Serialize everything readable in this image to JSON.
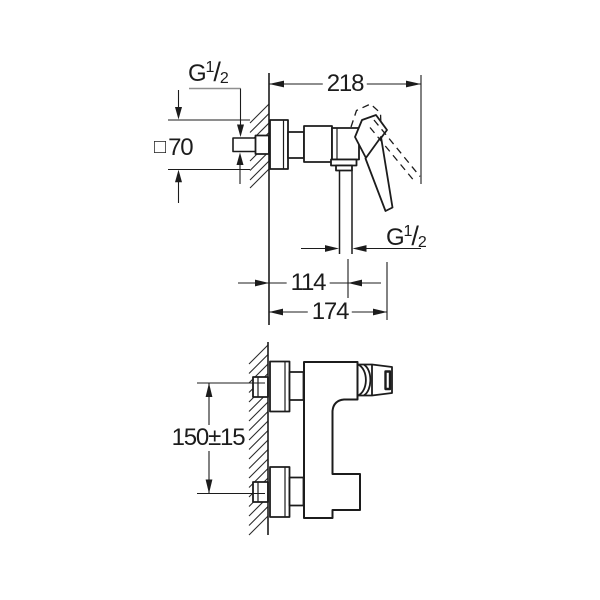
{
  "drawing": {
    "background": "#ffffff",
    "line_color": "#1c1c1c",
    "labels": {
      "thread_inlet": {
        "base": "G",
        "sup": "1",
        "slash": "/",
        "sub": "2"
      },
      "thread_outlet": {
        "base": "G",
        "sup": "1",
        "slash": "/",
        "sub": "2"
      },
      "square_symbol": "□",
      "square_value": "70",
      "depth_total": "218",
      "outlet_offset": "114",
      "body_depth": "174",
      "inlet_spacing": "150±15"
    }
  }
}
